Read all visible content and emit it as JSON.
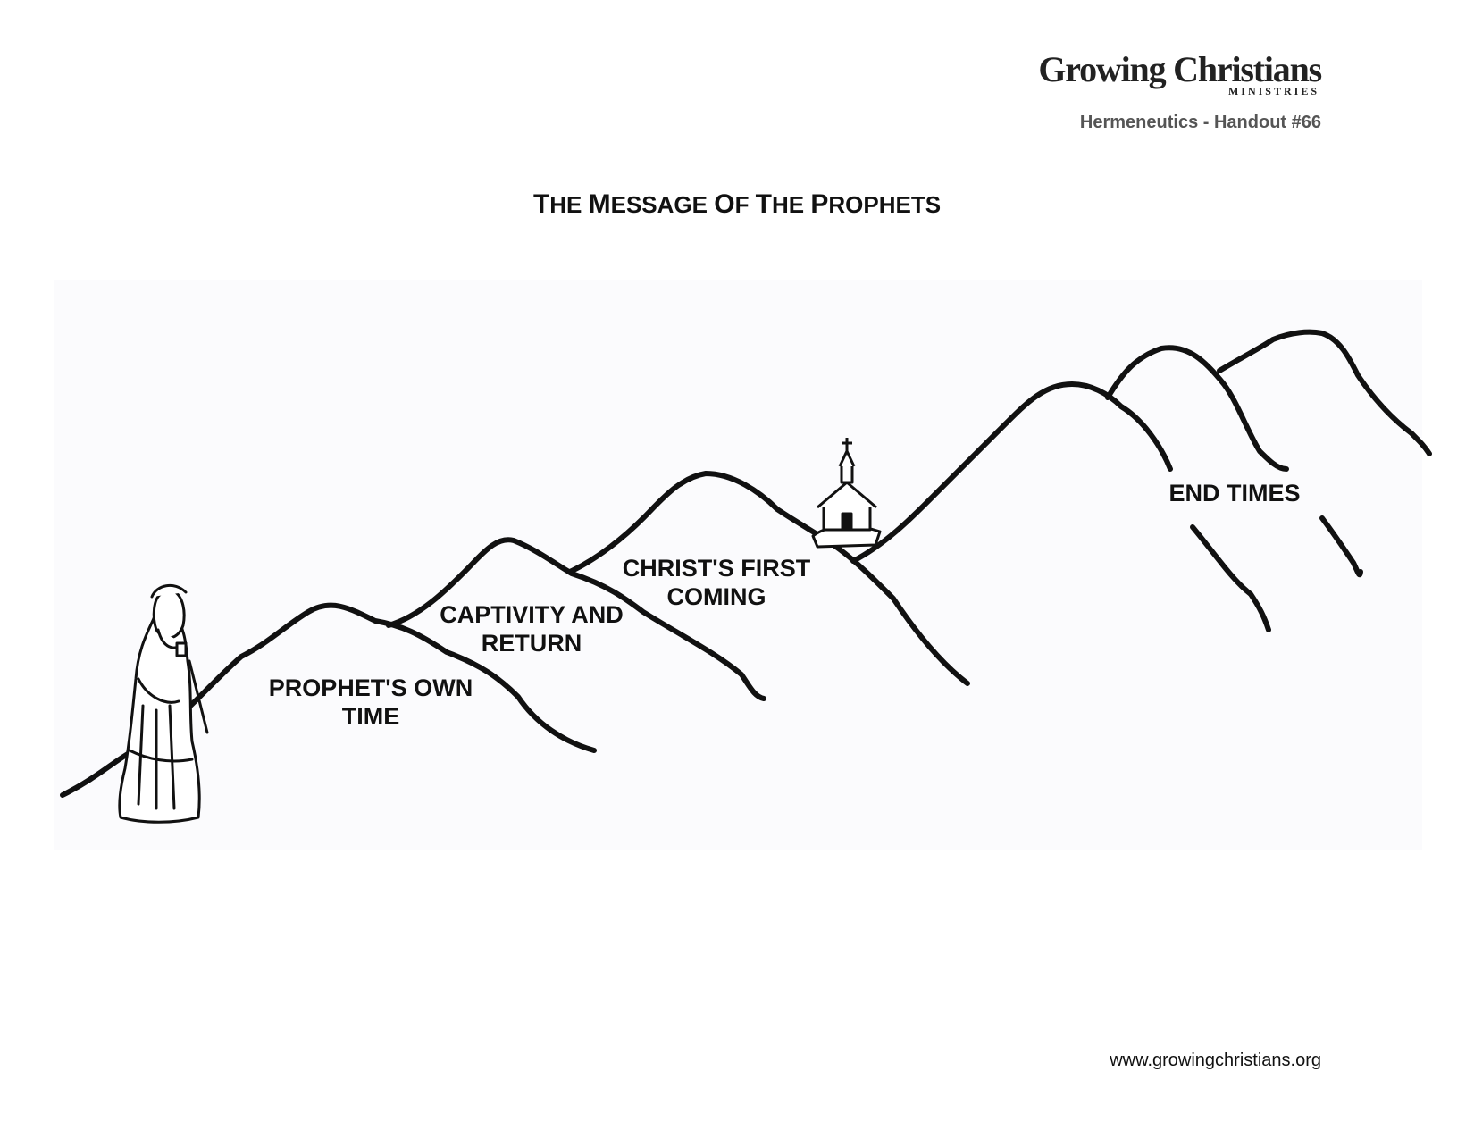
{
  "header": {
    "logo_main": "Growing Christians",
    "logo_sub": "MINISTRIES",
    "handout": "Hermeneutics - Handout #66"
  },
  "title": {
    "parts": [
      "T",
      "HE ",
      "M",
      "ESSAGE ",
      "O",
      "F ",
      "T",
      "HE ",
      "P",
      "ROPHETS"
    ]
  },
  "diagram": {
    "labels": {
      "prophets_own_time": [
        "PROPHET'S OWN",
        "TIME"
      ],
      "captivity_and_return": [
        "CAPTIVITY AND",
        "RETURN"
      ],
      "christs_first_coming": [
        "CHRIST'S FIRST",
        "COMING"
      ],
      "end_times": [
        "END TIMES"
      ]
    }
  },
  "footer": {
    "url": "www.growingchristians.org"
  }
}
